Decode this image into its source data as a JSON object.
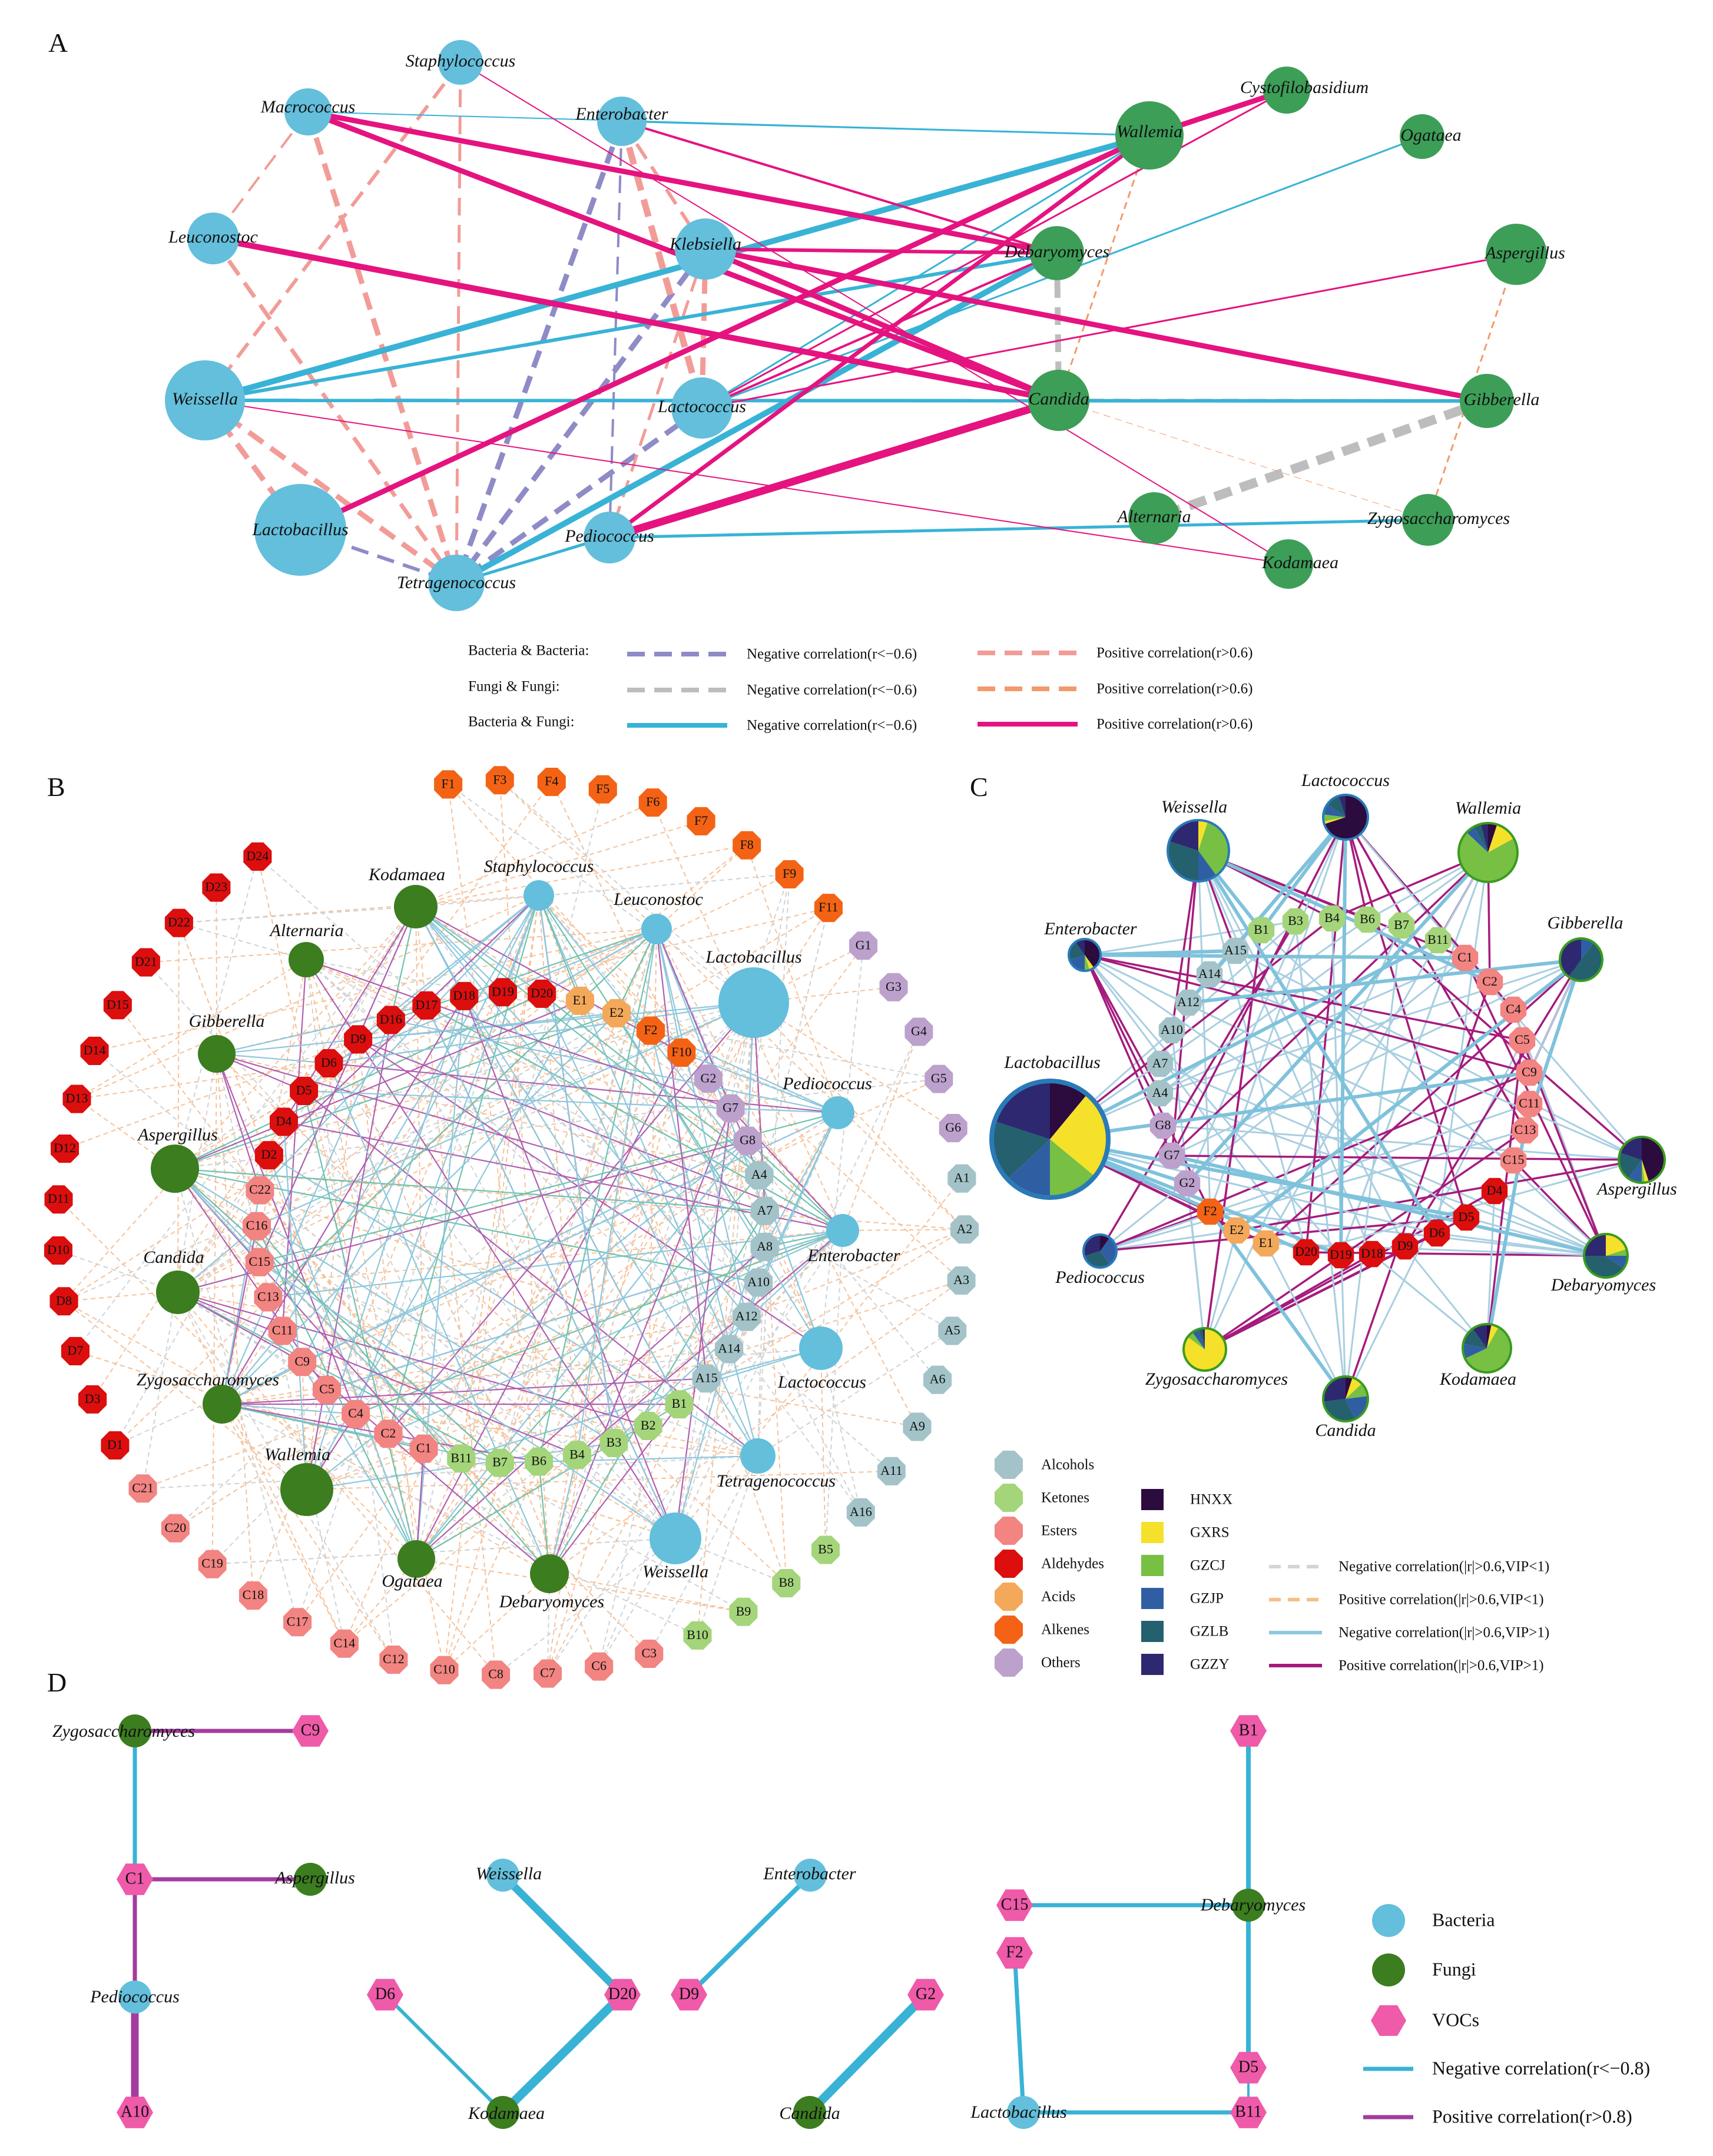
{
  "colors": {
    "bacteria": "#63bfdc",
    "fungi_A": "#3d9e58",
    "fungi_B": "#3b7d1f",
    "alcohols": "#a3c3c9",
    "ketones": "#a4d57a",
    "esters": "#f28482",
    "aldehydes": "#dc0e0e",
    "acids": "#f4a85a",
    "alkenes": "#f46315",
    "others": "#bca1cd",
    "voc_D": "#ef5aa9",
    "neg_bb": "#8e8bc6",
    "pos_bb": "#f29c97",
    "neg_ff": "#bdbdbd",
    "pos_ff": "#f29a6b",
    "neg_bf": "#38b3d6",
    "pos_bf": "#e5137f",
    "neg_C_weak": "#d9d9d9",
    "pos_C_weak": "#f6c08a",
    "neg_C": "#7fc2dc",
    "pos_C": "#a51b7d",
    "HNXX": "#2c0b3e",
    "GXRS": "#f5e12a",
    "GZCJ": "#77c043",
    "GZJP": "#2f5fa2",
    "GZLB": "#24606e",
    "GZZY": "#2e2870"
  },
  "panels": {
    "A": {
      "letter": "A",
      "bacteria": [
        {
          "id": "Staphylococcus",
          "label": "Staphylococcus"
        },
        {
          "id": "Macrococcus",
          "label": "Macrococcus"
        },
        {
          "id": "Enterobacter",
          "label": "Enterobacter"
        },
        {
          "id": "Leuconostoc",
          "label": "Leuconostoc"
        },
        {
          "id": "Klebsiella",
          "label": "Klebsiella"
        },
        {
          "id": "Weissella",
          "label": "Weissella"
        },
        {
          "id": "Lactococcus",
          "label": "Lactococcus"
        },
        {
          "id": "Lactobacillus",
          "label": "Lactobacillus"
        },
        {
          "id": "Pediococcus",
          "label": "Pediococcus"
        },
        {
          "id": "Tetragenococcus",
          "label": "Tetragenococcus"
        }
      ],
      "fungi": [
        {
          "id": "Cystofilobasidium",
          "label": "Cystofilobasidium"
        },
        {
          "id": "Wallemia",
          "label": "Wallemia"
        },
        {
          "id": "Ogataea",
          "label": "Ogataea"
        },
        {
          "id": "Debaryomyces",
          "label": "Debaryomyces"
        },
        {
          "id": "Aspergillus",
          "label": "Aspergillus"
        },
        {
          "id": "Candida",
          "label": "Candida"
        },
        {
          "id": "Gibberella",
          "label": "Gibberella"
        },
        {
          "id": "Alternaria",
          "label": "Alternaria"
        },
        {
          "id": "Zygosaccharomyces",
          "label": "Zygosaccharomyces"
        },
        {
          "id": "Kodamaea",
          "label": "Kodamaea"
        }
      ],
      "legend": {
        "rows": [
          {
            "group": "Bacteria & Bacteria:",
            "neg": "Negative correlation(r<−0.6)",
            "pos": "Positive correlation(r>0.6)"
          },
          {
            "group": "Fungi & Fungi:",
            "neg": "Negative correlation(r<−0.6)",
            "pos": "Positive correlation(r>0.6)"
          },
          {
            "group": "Bacteria & Fungi:",
            "neg": "Negative correlation(r<−0.6)",
            "pos": "Positive correlation(r>0.6)"
          }
        ]
      }
    },
    "B": {
      "letter": "B",
      "bacteria": [
        "Staphylococcus",
        "Leuconostoc",
        "Lactobacillus",
        "Pediococcus",
        "Enterobacter",
        "Lactococcus",
        "Tetragenococcus",
        "Weissella"
      ],
      "fungi": [
        "Kodamaea",
        "Alternaria",
        "Gibberella",
        "Aspergillus",
        "Candida",
        "Zygosaccharomyces",
        "Wallemia",
        "Ogataea",
        "Debaryomyces"
      ],
      "outer_ring": [
        "F1",
        "F3",
        "F4",
        "F5",
        "F6",
        "F7",
        "F8",
        "F9",
        "F11",
        "G1",
        "G3",
        "G4",
        "G5",
        "G6",
        "A1",
        "A2",
        "A3",
        "A5",
        "A6",
        "A9",
        "A11",
        "A16",
        "B5",
        "B8",
        "B9",
        "B10",
        "C3",
        "C6",
        "C7",
        "C8",
        "C10",
        "C12",
        "C14",
        "C17",
        "C18",
        "C19",
        "C20",
        "C21",
        "D1",
        "D3",
        "D7",
        "D8",
        "D10",
        "D11",
        "D12",
        "D13",
        "D14",
        "D15",
        "D21",
        "D22",
        "D23",
        "D24"
      ],
      "inner_ring": [
        "D20",
        "E1",
        "E2",
        "F2",
        "F10",
        "G2",
        "G7",
        "G8",
        "A4",
        "A7",
        "A8",
        "A10",
        "A12",
        "A14",
        "A15",
        "B1",
        "B2",
        "B3",
        "B4",
        "B6",
        "B7",
        "B11",
        "C1",
        "C2",
        "C4",
        "C5",
        "C9",
        "C11",
        "C13",
        "C15",
        "C16",
        "C22",
        "D2",
        "D4",
        "D5",
        "D6",
        "D9",
        "D16",
        "D17",
        "D18",
        "D19"
      ]
    },
    "C": {
      "letter": "C",
      "nodes": [
        "Lactococcus",
        "Wallemia",
        "Gibberella",
        "Aspergillus",
        "Debaryomyces",
        "Kodamaea",
        "Candida",
        "Zygosaccharomyces",
        "Pediococcus",
        "Lactobacillus",
        "Enterobacter",
        "Weissella"
      ],
      "vocs": [
        "B1",
        "B3",
        "B4",
        "B6",
        "B7",
        "B11",
        "C1",
        "C2",
        "C4",
        "C5",
        "C9",
        "C11",
        "C13",
        "C15",
        "D4",
        "D5",
        "D6",
        "D9",
        "D18",
        "D19",
        "D20",
        "E1",
        "E2",
        "F2",
        "G2",
        "G7",
        "G8",
        "A4",
        "A7",
        "A10",
        "A12",
        "A14",
        "A15"
      ],
      "legend_classes": [
        "Alcohols",
        "Ketones",
        "Esters",
        "Aldehydes",
        "Acids",
        "Alkenes",
        "Others"
      ],
      "legend_samples": [
        "HNXX",
        "GXRS",
        "GZCJ",
        "GZJP",
        "GZLB",
        "GZZY"
      ],
      "legend_lines": [
        "Negative correlation(|r|>0.6,VIP<1)",
        "Positive correlation(|r|>0.6,VIP<1)",
        "Negative correlation(|r|>0.6,VIP>1)",
        "Positive correlation(|r|>0.6,VIP>1)"
      ]
    },
    "D": {
      "letter": "D",
      "nodes": [
        "Zygosaccharomyces",
        "Aspergillus",
        "Pediococcus",
        "Weissella",
        "Enterobacter",
        "Kodamaea",
        "Candida",
        "Debaryomyces",
        "Lactobacillus"
      ],
      "vocs": [
        "C9",
        "C1",
        "A10",
        "D6",
        "D20",
        "D9",
        "G2",
        "B1",
        "C15",
        "F2",
        "D5",
        "B11"
      ],
      "legend": {
        "bacteria": "Bacteria",
        "fungi": "Fungi",
        "vocs": "VOCs",
        "neg": "Negative correlation(r<−0.8)",
        "pos": "Positive correlation(r>0.8)"
      }
    }
  }
}
